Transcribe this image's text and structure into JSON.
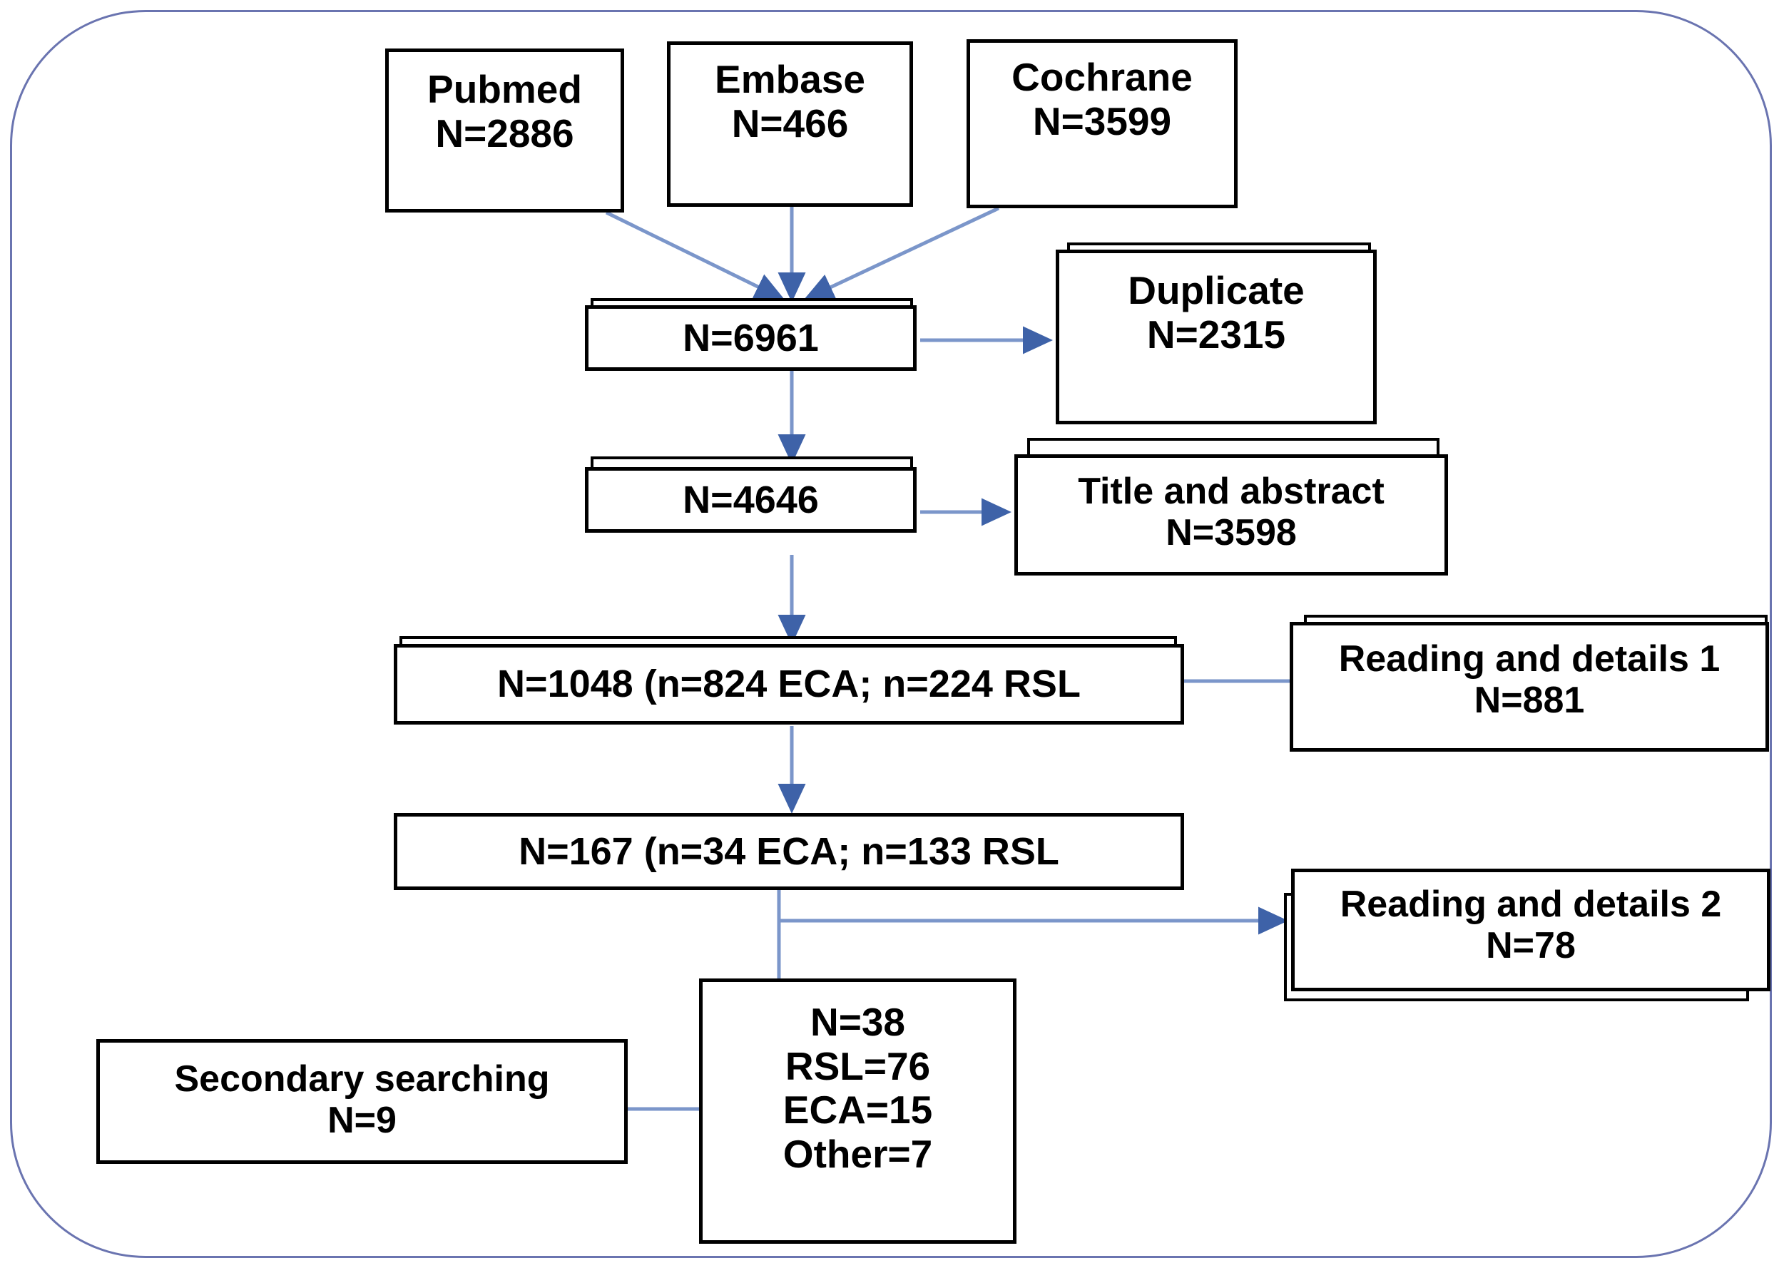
{
  "figure": {
    "type": "prisma-flow-diagram",
    "border_color": "#6a74b0",
    "connector_color": "#5b7fbd",
    "box_border_color": "#000000"
  },
  "sources": [
    {
      "id": "pubmed",
      "name": "Pubmed",
      "count": "N=2886"
    },
    {
      "id": "embase",
      "name": "Embase",
      "count": "N=466"
    },
    {
      "id": "cochrane",
      "name": "Cochrane",
      "count": "N=3599"
    }
  ],
  "flow": {
    "identified": {
      "label": "N=6961"
    },
    "after_dupes": {
      "label": "N=4646"
    },
    "full_text_1": {
      "label": "N=1048 (n=824 ECA; n=224 RSL"
    },
    "full_text_2": {
      "label": "N=167 (n=34 ECA; n=133 RSL"
    }
  },
  "exclusions": [
    {
      "id": "duplicate",
      "name": "Duplicate",
      "count": "N=2315"
    },
    {
      "id": "title-abs",
      "name": "Title and abstract",
      "count": "N=3598"
    },
    {
      "id": "reading-1",
      "name": "Reading and details 1",
      "count": "N=881"
    },
    {
      "id": "reading-2",
      "name": "Reading and details 2",
      "count": "N=78"
    }
  ],
  "secondary": {
    "name": "Secondary searching",
    "count": "N=9"
  },
  "included": {
    "total": "N=38",
    "rsl": "RSL=76",
    "eca": "ECA=15",
    "other": "Other=7"
  }
}
